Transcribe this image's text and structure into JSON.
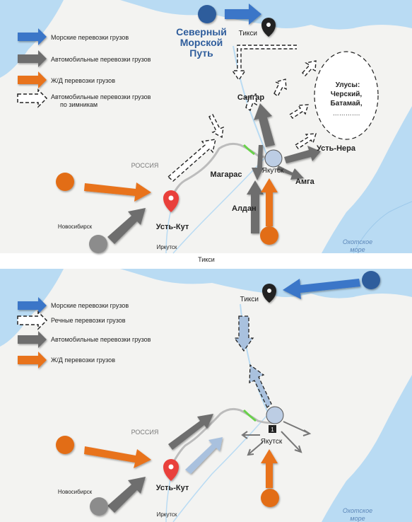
{
  "map1": {
    "legend": [
      {
        "type": "sea",
        "label": "Морские перевозки грузов"
      },
      {
        "type": "auto",
        "label": "Автомобильные перевозки грузов"
      },
      {
        "type": "rail",
        "label": "Ж/Д перевозки грузов"
      },
      {
        "type": "winter",
        "label": "Автомобильные перевозки грузов",
        "label2": "по зимникам"
      }
    ],
    "nsr_line1": "Северный",
    "nsr_line2": "Морской",
    "nsr_line3": "Путь",
    "places": {
      "tiksi": "Тикси",
      "sangar": "Сангар",
      "russia": "РОССИЯ",
      "magaras": "Магарас",
      "yakutsk": "Якутск",
      "ust_nera": "Усть-Нера",
      "amga": "Амга",
      "aldan": "Алдан",
      "ust_kut": "Усть-Кут",
      "novosibirsk": "Новосибирск",
      "irkutsk": "Иркутск",
      "okhotsk1": "Охотское",
      "okhotsk2": "море"
    },
    "uluses": {
      "line1": "Улусы:",
      "line2": "Черский,",
      "line3": "Батамай,",
      "line4": "…………."
    }
  },
  "divider_label": "Тикси",
  "map2": {
    "legend": [
      {
        "type": "sea",
        "label": "Морские перевозки грузов"
      },
      {
        "type": "river",
        "label": "Речные перевозки грузов"
      },
      {
        "type": "auto",
        "label": "Автомобильные перевозки грузов"
      },
      {
        "type": "rail",
        "label": "Ж/Д перевозки грузов"
      }
    ],
    "places": {
      "tiksi": "Тикси",
      "russia": "РОССИЯ",
      "yakutsk": "Якутск",
      "badge": "1",
      "ust_kut": "Усть-Кут",
      "novosibirsk": "Новосибирск",
      "irkutsk": "Иркутск",
      "okhotsk1": "Охотское",
      "okhotsk2": "море"
    }
  },
  "colors": {
    "land": "#f3f3f1",
    "water": "#b9dbf3",
    "sea_arrow": "#3a76c8",
    "auto_arrow": "#6e6e6e",
    "rail_arrow": "#e8731f",
    "river_arrow": "#a9c1de",
    "circle_blue": "#2f5d9c",
    "circle_orange": "#e26d14",
    "circle_grey": "#8c8c8c",
    "circle_light": "#bccde4"
  },
  "icons": [
    "map-pin-icon",
    "location-marker-icon"
  ]
}
